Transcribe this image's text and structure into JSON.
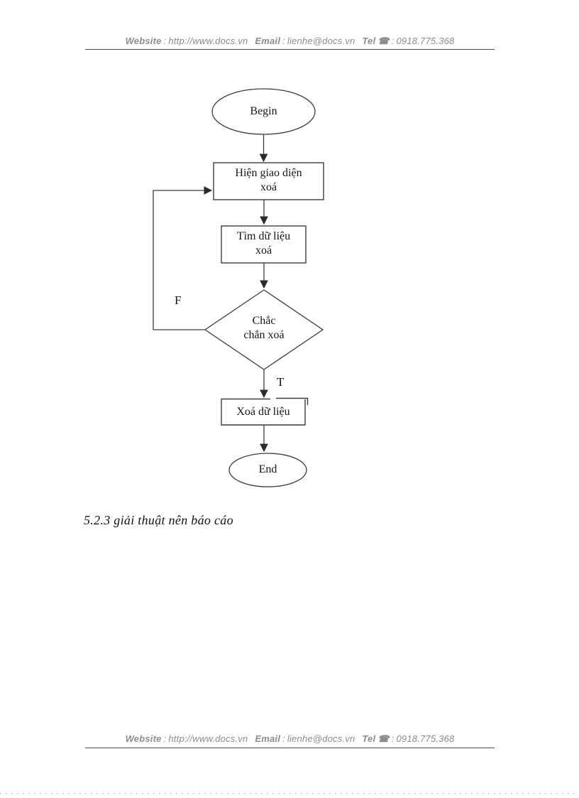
{
  "pagebar": {
    "website_label": "Website",
    "website_sep": ":",
    "website_value": "http://www.docs.vn",
    "email_label": "Email",
    "email_sep": ":",
    "email_value": "lienhe@docs.vn",
    "tel_label": "Tel",
    "tel_icon": "☎",
    "tel_sep": ":",
    "tel_value": "0918.775.368"
  },
  "flowchart": {
    "begin_label": "Begin",
    "step1_line1": "Hiện giao diện",
    "step1_line2": "xoá",
    "step2_line1": "Tìm dữ liệu",
    "step2_line2": "xoá",
    "decision_line1": "Chắc",
    "decision_line2": "chắn xoá",
    "false_label": "F",
    "true_label": "T",
    "step3_label": "Xoá dữ liệu",
    "end_label": "End"
  },
  "caption": "5.2.3 giải thuật nên báo cáo",
  "colors": {
    "line": "#3c3c3c",
    "text": "#161616",
    "pagebar_text": "#8c8c8c"
  }
}
